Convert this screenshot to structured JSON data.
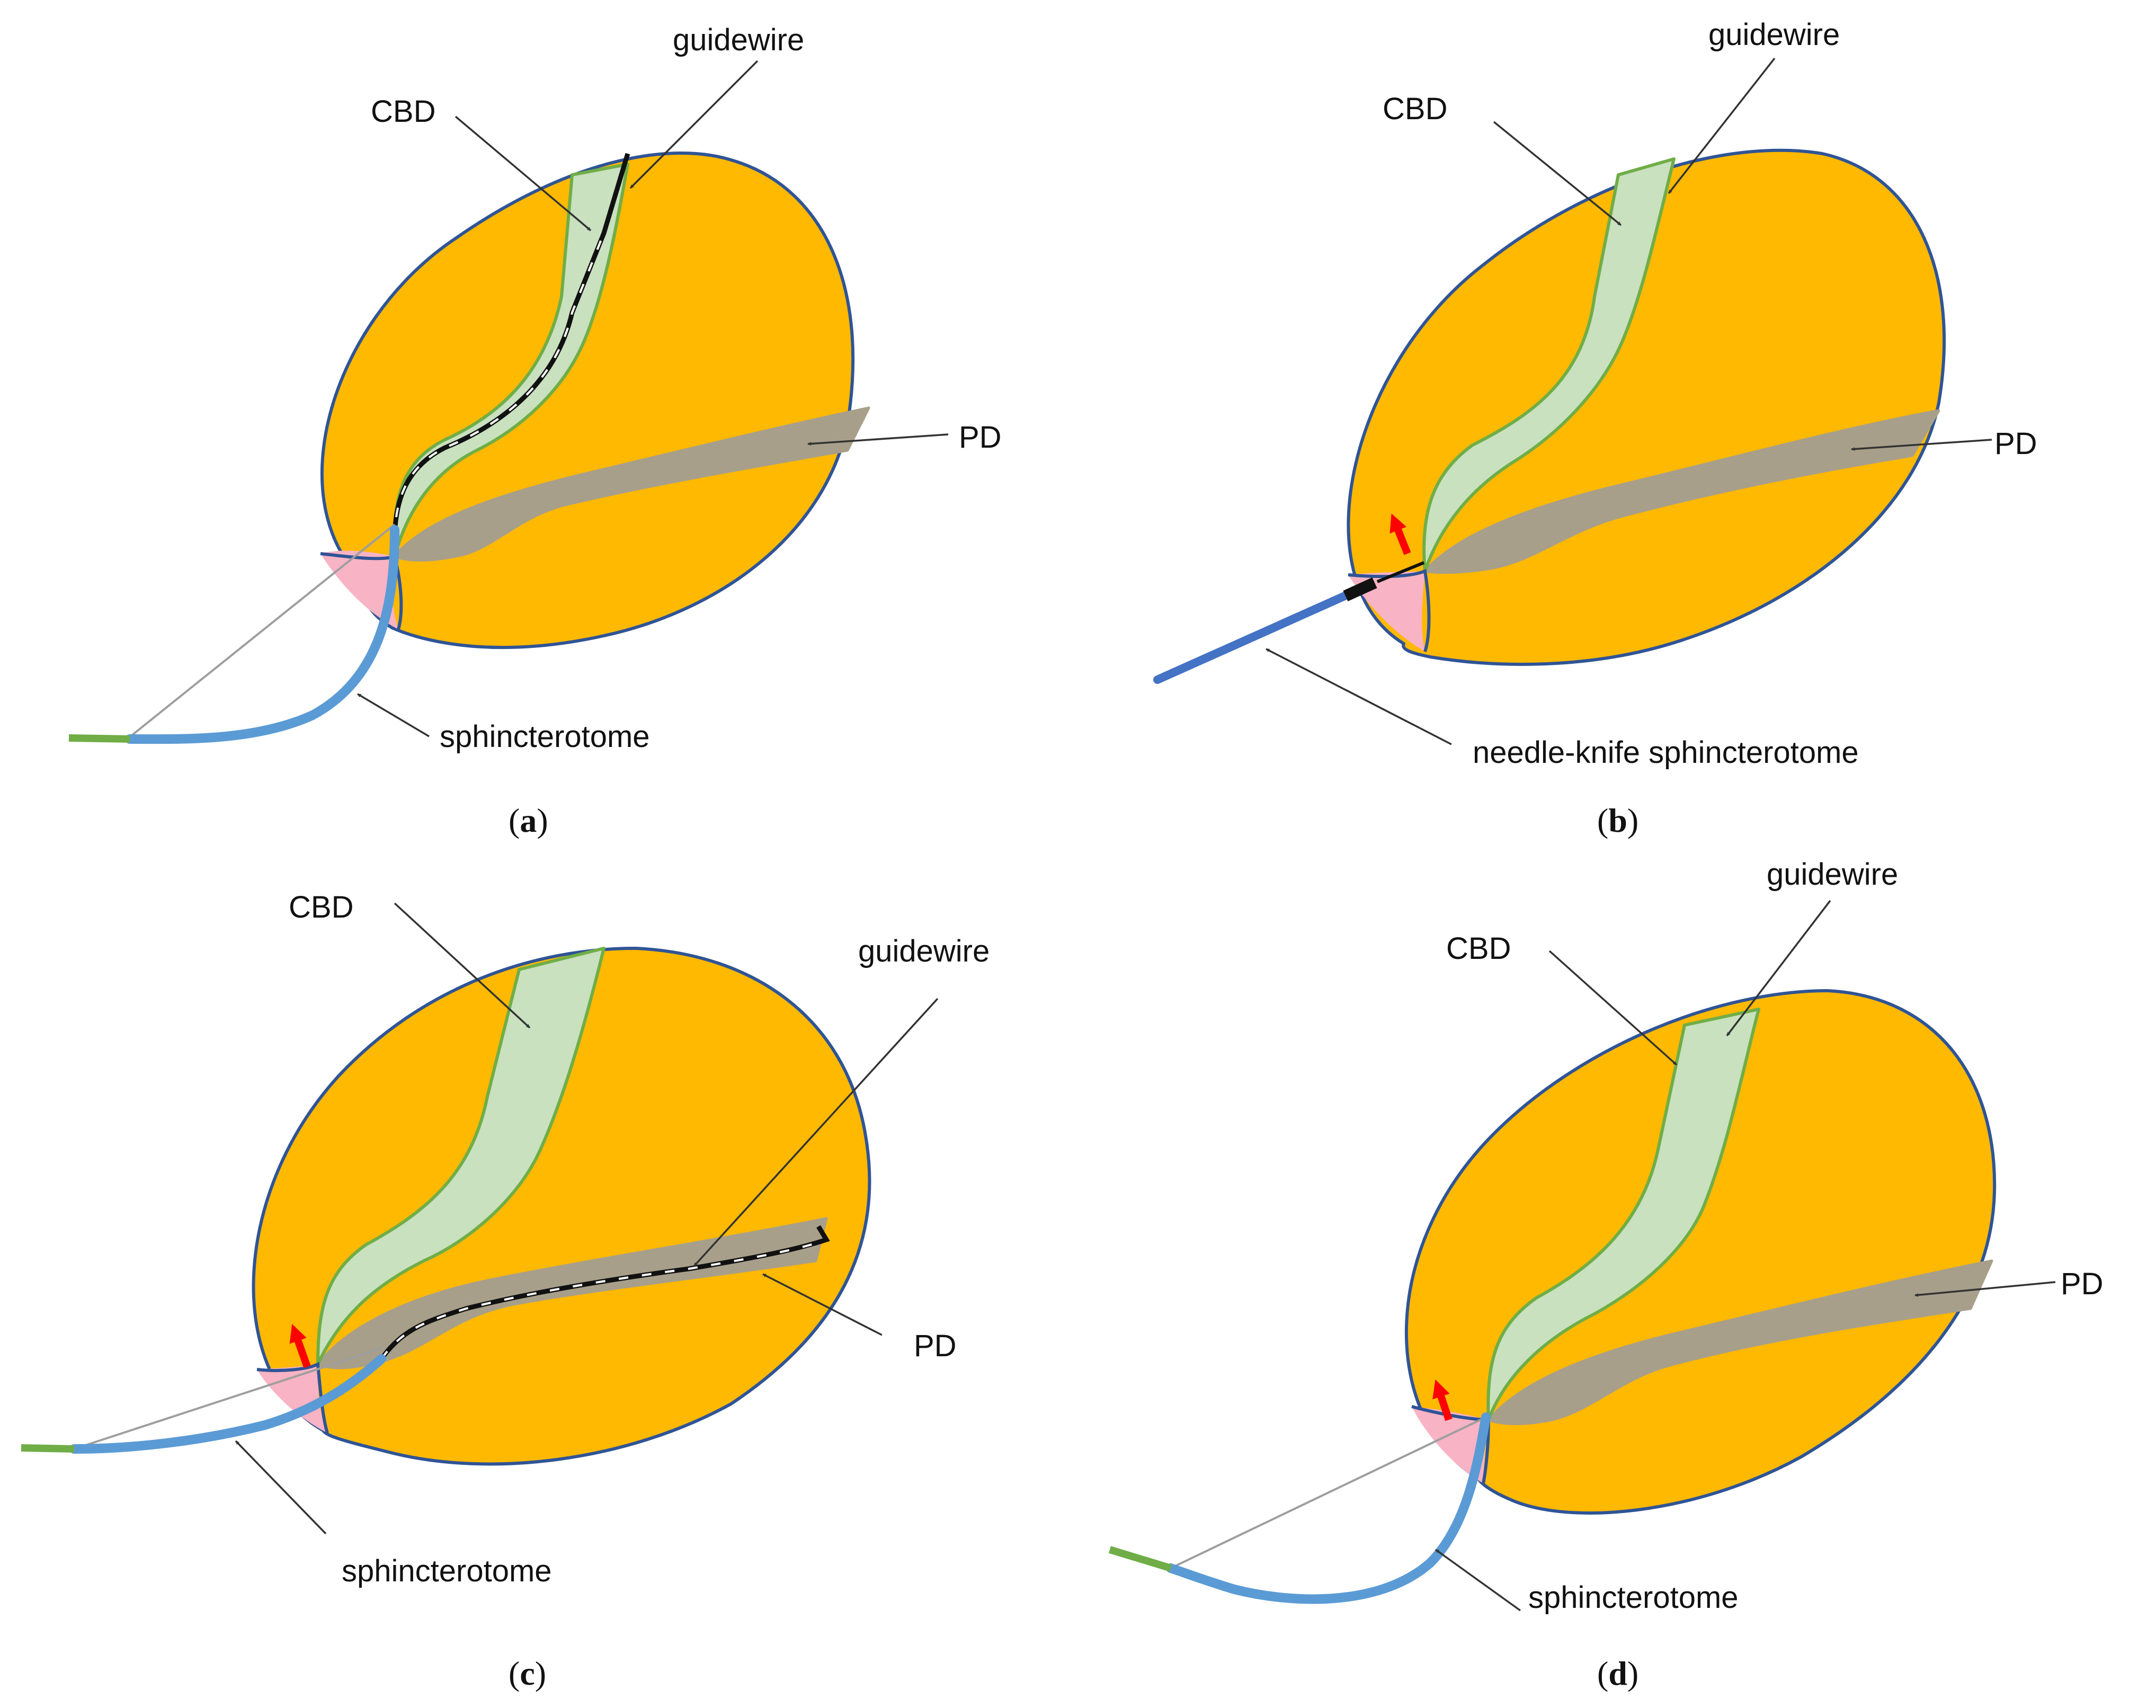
{
  "colors": {
    "papilla_fill": "#FFB900",
    "papilla_outline": "#2F5496",
    "cbd_fill": "#C9E1BF",
    "cbd_outline": "#70AD47",
    "pd_fill": "#A89F8A",
    "orifice_fill": "#F8B3C4",
    "sphincterotome": "#5B9BD5",
    "needle_knife_shaft": "#4472C4",
    "catheter_tip": "#70AD47",
    "red_arrow": "#FF0000",
    "pointer_line": "#333333"
  },
  "panels": [
    {
      "id": "a",
      "caption": {
        "open": "(",
        "letter": "a",
        "close": ")"
      },
      "labels": {
        "cbd": "CBD",
        "guidewire": "guidewire",
        "pd": "PD",
        "tool": "sphincterotome"
      },
      "guidewire_in": "CBD",
      "tool_type": "sphincterotome",
      "red_arrow": false
    },
    {
      "id": "b",
      "caption": {
        "open": "(",
        "letter": "b",
        "close": ")"
      },
      "labels": {
        "cbd": "CBD",
        "guidewire": "guidewire",
        "pd": "PD",
        "tool": "needle-knife sphincterotome"
      },
      "guidewire_in": "none",
      "tool_type": "needle-knife sphincterotome",
      "red_arrow": true
    },
    {
      "id": "c",
      "caption": {
        "open": "(",
        "letter": "c",
        "close": ")"
      },
      "labels": {
        "cbd": "CBD",
        "guidewire": "guidewire",
        "pd": "PD",
        "tool": "sphincterotome"
      },
      "guidewire_in": "PD",
      "tool_type": "sphincterotome",
      "red_arrow": true
    },
    {
      "id": "d",
      "caption": {
        "open": "(",
        "letter": "d",
        "close": ")"
      },
      "labels": {
        "cbd": "CBD",
        "guidewire": "guidewire",
        "pd": "PD",
        "tool": "sphincterotome"
      },
      "guidewire_in": "none",
      "tool_type": "sphincterotome",
      "red_arrow": true
    }
  ]
}
